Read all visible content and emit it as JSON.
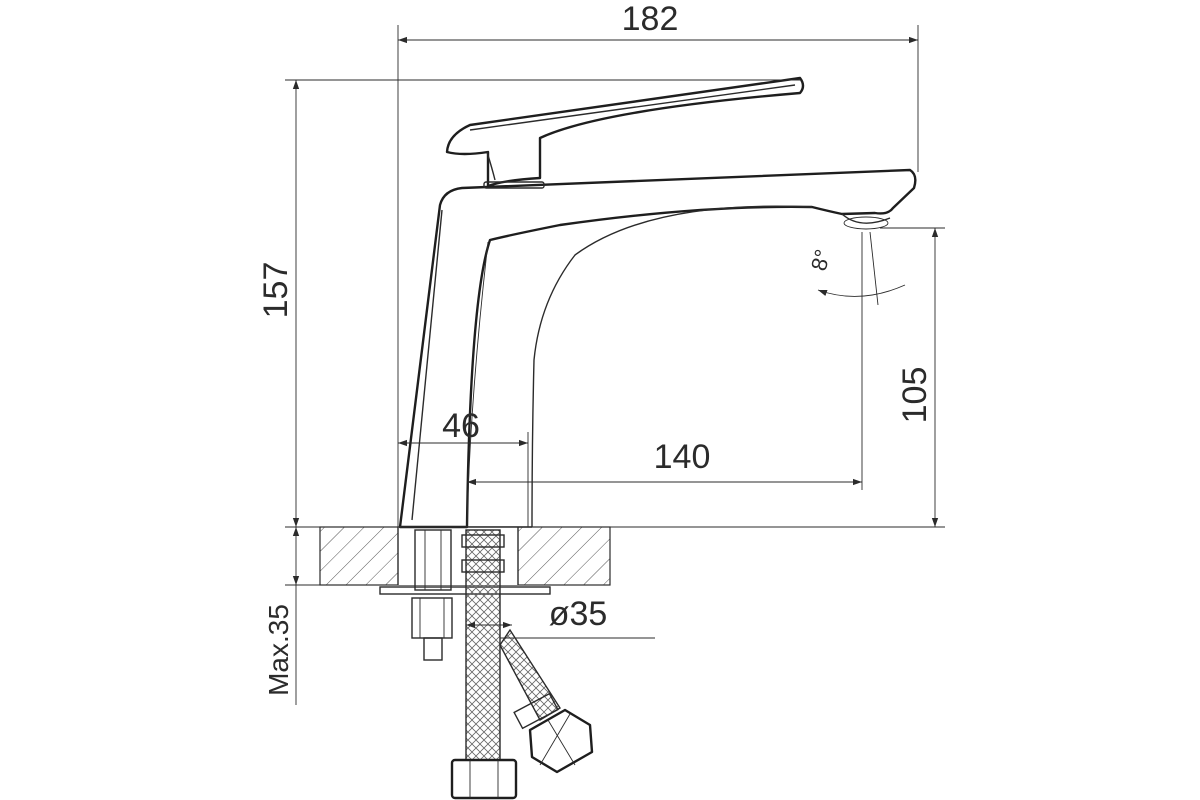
{
  "dimensions": {
    "width_overall": "182",
    "height_overall": "157",
    "spout_height": "105",
    "body_offset": "46",
    "spout_reach": "140",
    "mount_diameter": "ø35",
    "max_counter_thickness": "Max.35",
    "spout_angle": "8°"
  },
  "colors": {
    "line": "#2b2b2b",
    "background": "#ffffff"
  }
}
